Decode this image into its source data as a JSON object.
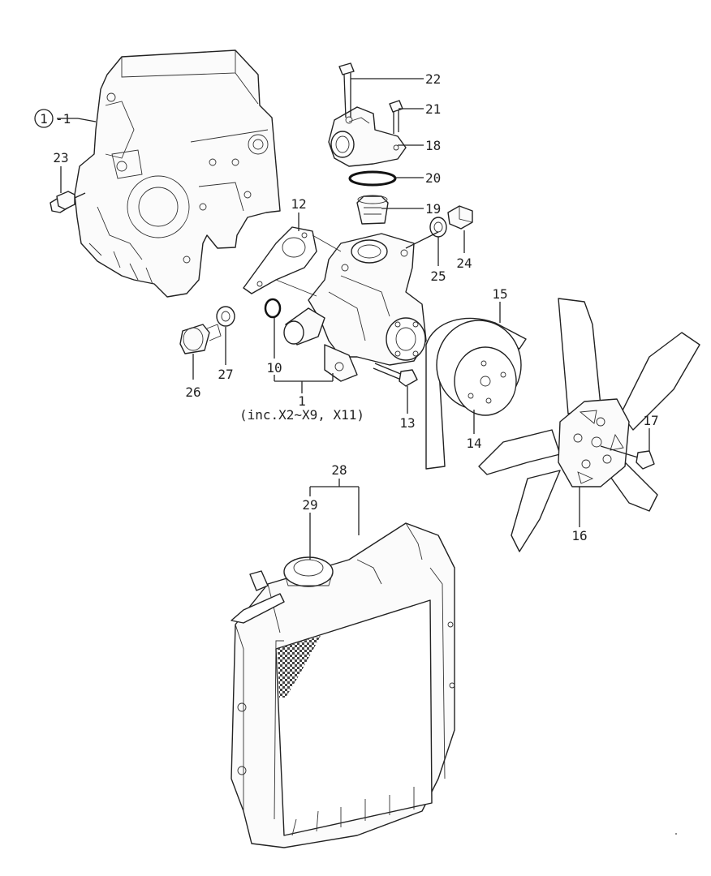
{
  "callouts": {
    "c1_circle": "1",
    "c1_dash": "-1",
    "c10": "10",
    "c1": "1",
    "c1_note": "(inc.X2~X9, X11)",
    "c12": "12",
    "c13": "13",
    "c14": "14",
    "c15": "15",
    "c16": "16",
    "c17": "17",
    "c18": "18",
    "c19": "19",
    "c20": "20",
    "c21": "21",
    "c22": "22",
    "c23": "23",
    "c24": "24",
    "c25": "25",
    "c26": "26",
    "c27": "27",
    "c28": "28",
    "c29": "29"
  }
}
